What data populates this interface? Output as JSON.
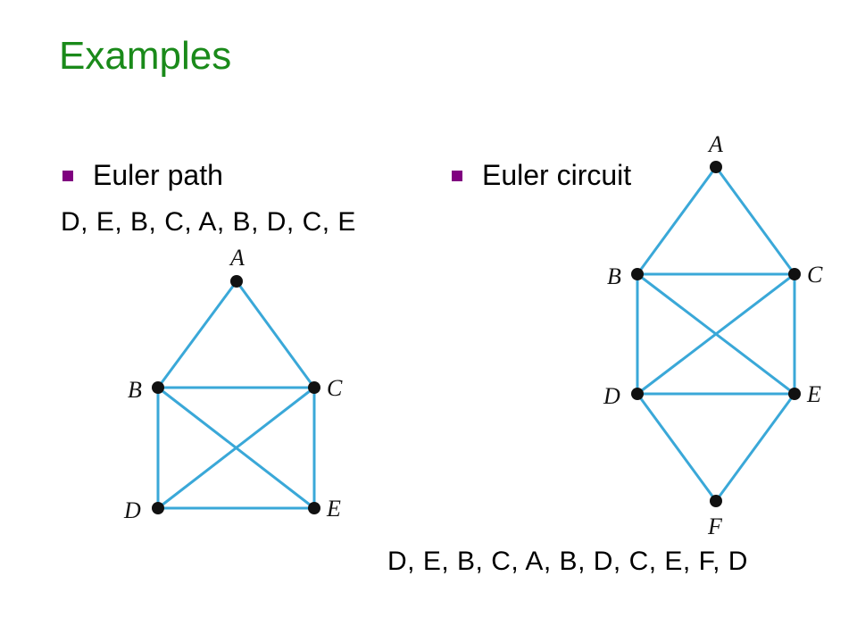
{
  "title": "Examples",
  "left": {
    "bullet": "Euler path",
    "sequence": "D, E, B, C, A, B, D, C, E",
    "graph": {
      "vertices": [
        "A",
        "B",
        "C",
        "D",
        "E"
      ],
      "edges": [
        [
          "A",
          "B"
        ],
        [
          "A",
          "C"
        ],
        [
          "B",
          "C"
        ],
        [
          "B",
          "D"
        ],
        [
          "B",
          "E"
        ],
        [
          "C",
          "D"
        ],
        [
          "C",
          "E"
        ],
        [
          "D",
          "E"
        ]
      ]
    }
  },
  "right": {
    "bullet": "Euler circuit",
    "sequence": "D, E, B, C, A, B, D, C, E, F, D",
    "graph": {
      "vertices": [
        "A",
        "B",
        "C",
        "D",
        "E",
        "F"
      ],
      "edges": [
        [
          "A",
          "B"
        ],
        [
          "A",
          "C"
        ],
        [
          "B",
          "C"
        ],
        [
          "B",
          "D"
        ],
        [
          "B",
          "E"
        ],
        [
          "C",
          "D"
        ],
        [
          "C",
          "E"
        ],
        [
          "D",
          "E"
        ],
        [
          "D",
          "F"
        ],
        [
          "E",
          "F"
        ]
      ]
    }
  },
  "colors": {
    "title": "#1a8a1a",
    "bullet": "#800080",
    "edge": "#3aa8d8",
    "node": "#111111"
  }
}
